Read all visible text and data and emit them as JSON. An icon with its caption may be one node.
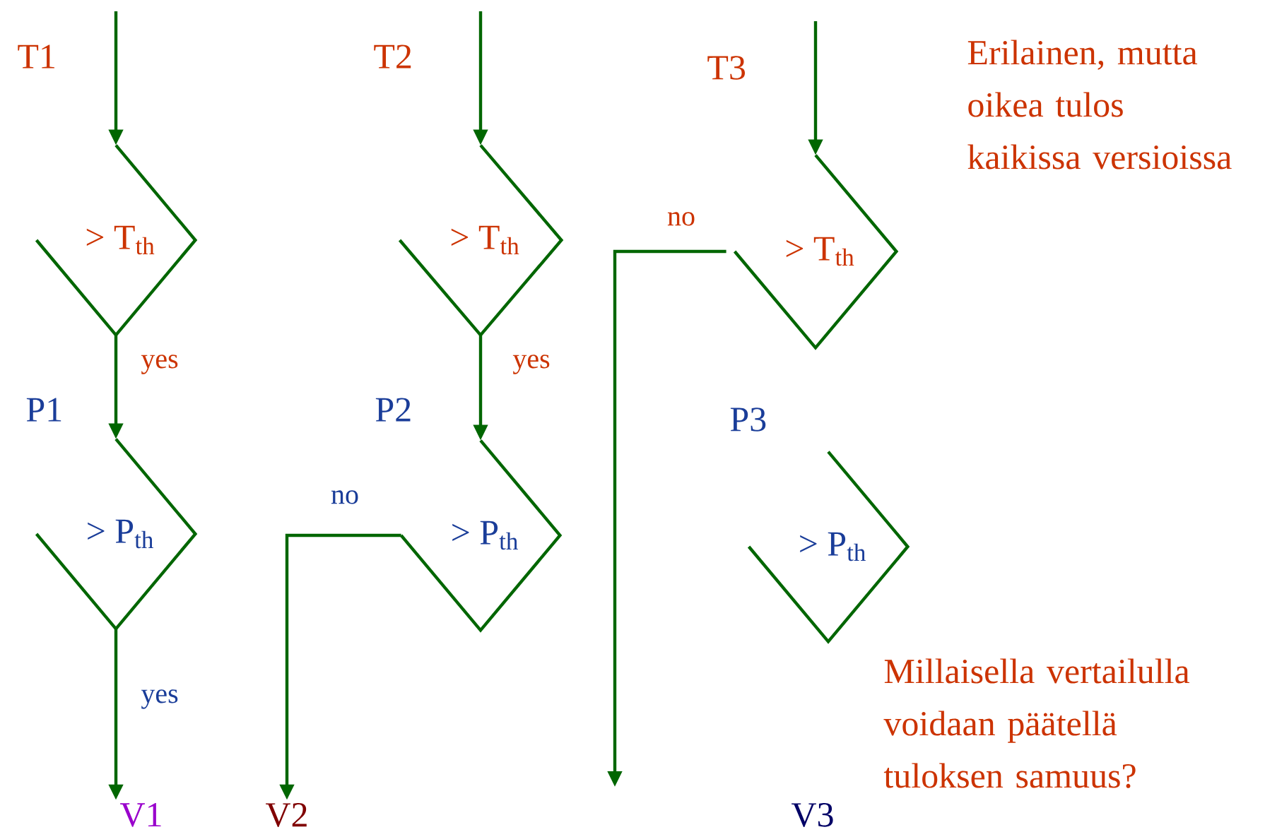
{
  "diagram": {
    "nodes": [
      {
        "text": [
          "> T$_{th}$"
        ]
      },
      {
        "text": [
          "> P$_{th}$"
        ]
      },
      {
        "text": [
          "> T$_{th}$"
        ]
      },
      {
        "text": [
          "> P$_{th}$"
        ]
      },
      {
        "text": [
          "> T$_{th}$"
        ]
      },
      {
        "text": [
          "> P$_{th}$"
        ]
      },
      {
        "text": [
          "V1"
        ]
      },
      {
        "text": [
          "V2"
        ]
      },
      {
        "text": [
          "V3"
        ]
      }
    ],
    "edges": [
      {
        "from": null,
        "to": 0,
        "arrow": "to"
      },
      {
        "from": 0,
        "to": 1,
        "arrow": "to",
        "label": "yes"
      },
      {
        "from": 1,
        "to": 6,
        "arrow": "to",
        "label": "yes"
      },
      {
        "from": null,
        "to": 2,
        "arrow": "to"
      },
      {
        "from": 2,
        "to": 3,
        "arrow": "to",
        "label": "yes"
      },
      {
        "from": 3,
        "to": 7,
        "arrow": "to",
        "label": "no"
      },
      {
        "from": null,
        "to": 4,
        "arrow": "to"
      },
      {
        "from": 4,
        "to": null,
        "arrow": "to",
        "label": "no"
      }
    ],
    "labels": [
      "T1",
      "T2",
      "T3",
      "Erilainen, mutta oikea tulos kaikissa versioissa",
      "P1",
      "P2",
      "P3",
      "Millaisella vertailulla voidaan päätellä tuloksen samuus?"
    ]
  }
}
